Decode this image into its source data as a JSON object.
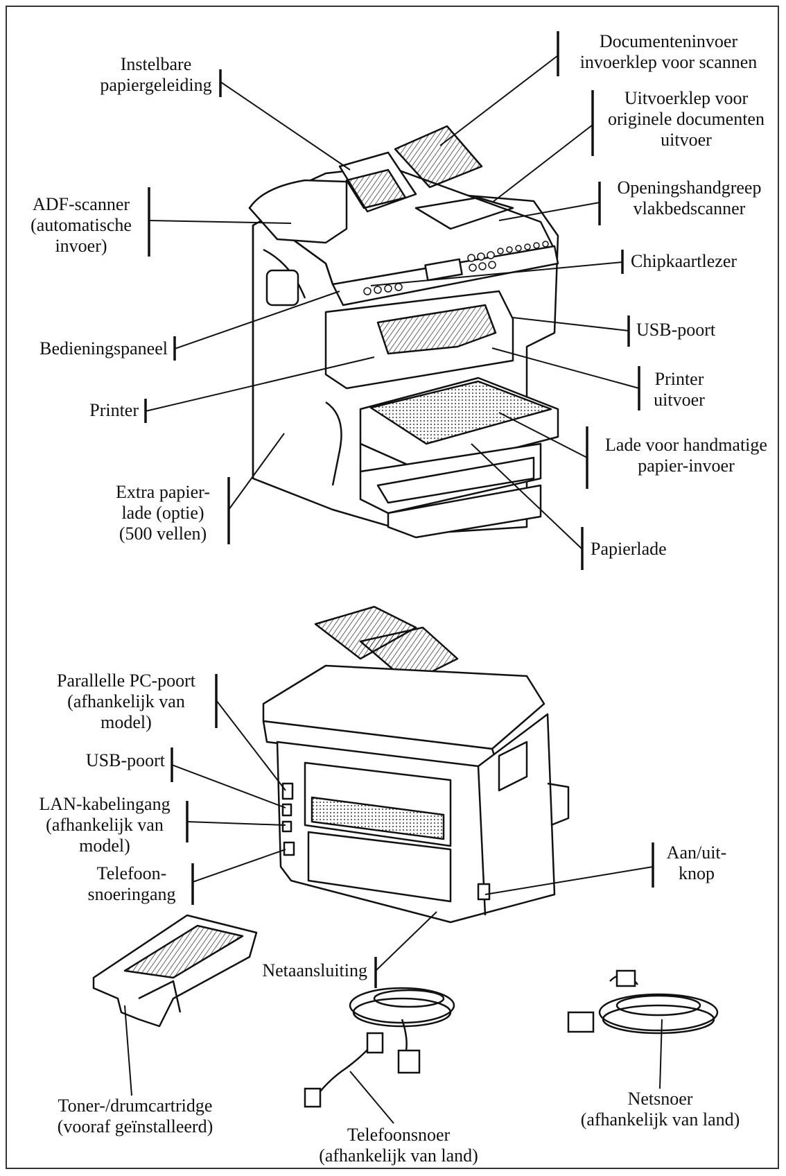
{
  "labels": {
    "instelbare": [
      "Instelbare",
      "papiergeleiding"
    ],
    "documenteninvoer": [
      "Documenteninvoer",
      "invoerklep voor scannen"
    ],
    "uitvoerklep": [
      "Uitvoerklep voor",
      "originele documenten",
      "uitvoer"
    ],
    "adf": [
      "ADF-scanner",
      "(automatische",
      "invoer)"
    ],
    "openingshandgreep": [
      "Openingshandgreep",
      "vlakbedscanner"
    ],
    "chipkaart": [
      "Chipkaartlezer"
    ],
    "bedieningspaneel": [
      "Bedieningspaneel"
    ],
    "usb_top": [
      "USB-poort"
    ],
    "printer": [
      "Printer"
    ],
    "printer_uitvoer": [
      "Printer",
      "uitvoer"
    ],
    "lade_handmatig": [
      "Lade voor handmatige",
      "papier-invoer"
    ],
    "extra_lade": [
      "Extra papier-",
      "lade (optie)",
      "(500 vellen)"
    ],
    "papierlade": [
      "Papierlade"
    ],
    "parallelle": [
      "Parallelle PC-poort",
      "(afhankelijk van",
      "model)"
    ],
    "usb_back": [
      "USB-poort"
    ],
    "lan": [
      "LAN-kabelingang",
      "(afhankelijk van",
      "model)"
    ],
    "telefoon_ingang": [
      "Telefoon-",
      "snoeringang"
    ],
    "aanuit": [
      "Aan/uit-",
      "knop"
    ],
    "netaansluiting": [
      "Netaansluiting"
    ],
    "toner": [
      "Toner-/drumcartridge",
      "(vooraf geïnstalleerd)"
    ],
    "telefoonsnoer": [
      "Telefoonsnoer",
      "(afhankelijk van land)"
    ],
    "netsnoer": [
      "Netsnoer",
      "(afhankelijk van land)"
    ]
  }
}
